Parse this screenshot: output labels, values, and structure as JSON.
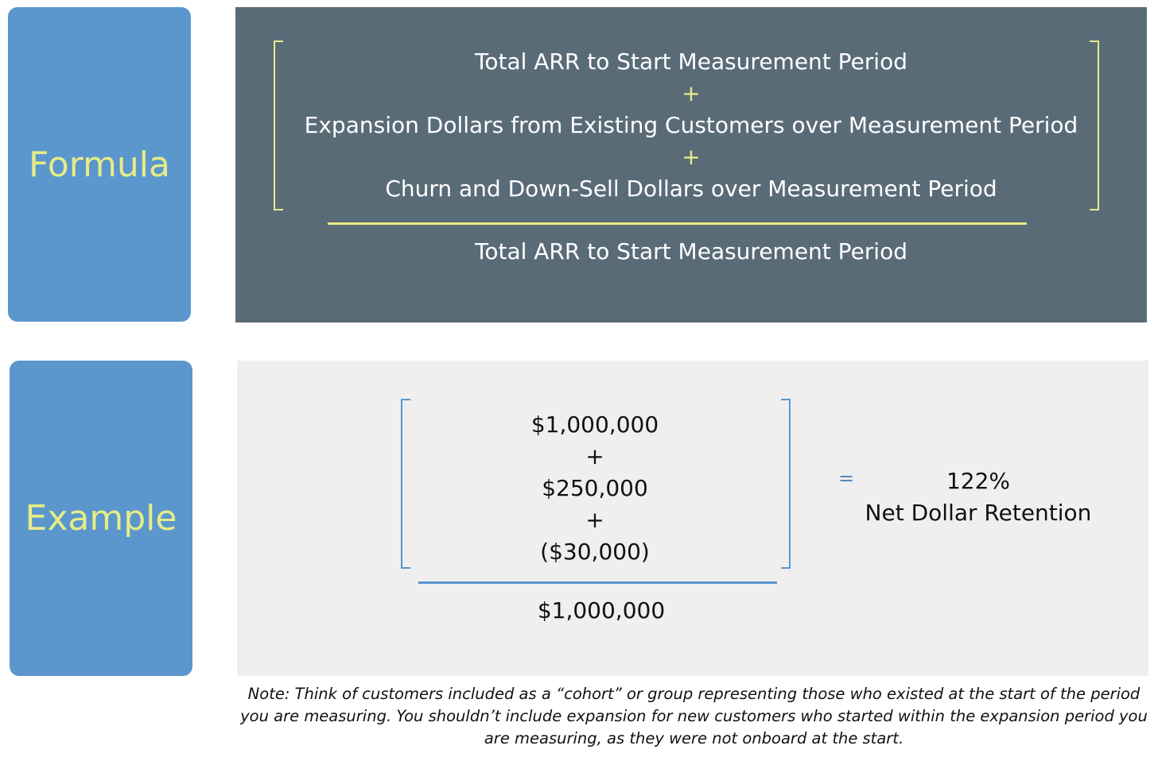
{
  "formula": {
    "label": "Formula",
    "numerator": [
      "Total ARR to Start Measurement Period",
      "+",
      "Expansion Dollars from Existing Customers over Measurement Period",
      "+",
      "Churn and Down-Sell Dollars over Measurement Period"
    ],
    "denominator": "Total ARR to Start Measurement Period"
  },
  "example": {
    "label": "Example",
    "numerator": [
      "$1,000,000",
      "+",
      "$250,000",
      "+",
      "($30,000)"
    ],
    "denominator": "$1,000,000",
    "equals": "=",
    "result_value": "122%",
    "result_label": "Net Dollar Retention"
  },
  "note": "Note: Think of customers included as a “cohort” or group representing those who existed at the start of the period you are measuring. You shouldn’t include expansion for new customers who started within the expansion period you are measuring, as they were not onboard at the start.",
  "colors": {
    "label_box": "#5b97cd",
    "label_text": "#e6ec86",
    "formula_bg": "#5a6b78",
    "example_bg": "#efefef"
  }
}
